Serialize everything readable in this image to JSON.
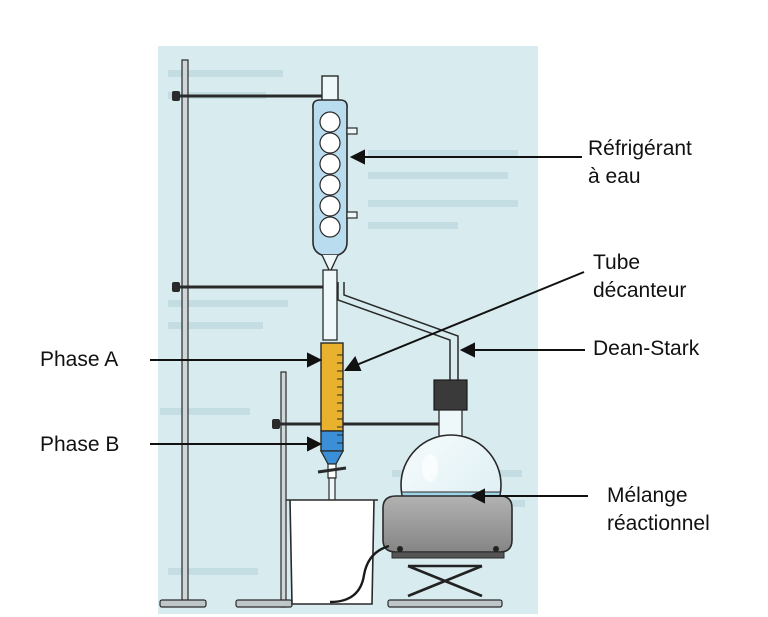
{
  "labels": {
    "refrigerant_line1": "Réfrigérant",
    "refrigerant_line2": "à eau",
    "tube_line1": "Tube",
    "tube_line2": "décanteur",
    "dean_stark": "Dean-Stark",
    "phase_a": "Phase A",
    "phase_b": "Phase B",
    "melange_line1": "Mélange",
    "melange_line2": "réactionnel"
  },
  "colors": {
    "background_panel": "#d8ecef",
    "condenser_fill": "#b9dcef",
    "phase_a": "#e8b12e",
    "phase_b": "#3b8fd6",
    "flask_liquid": "#9fd3e6",
    "heater": "#9a9a9a",
    "outline": "#222222"
  }
}
